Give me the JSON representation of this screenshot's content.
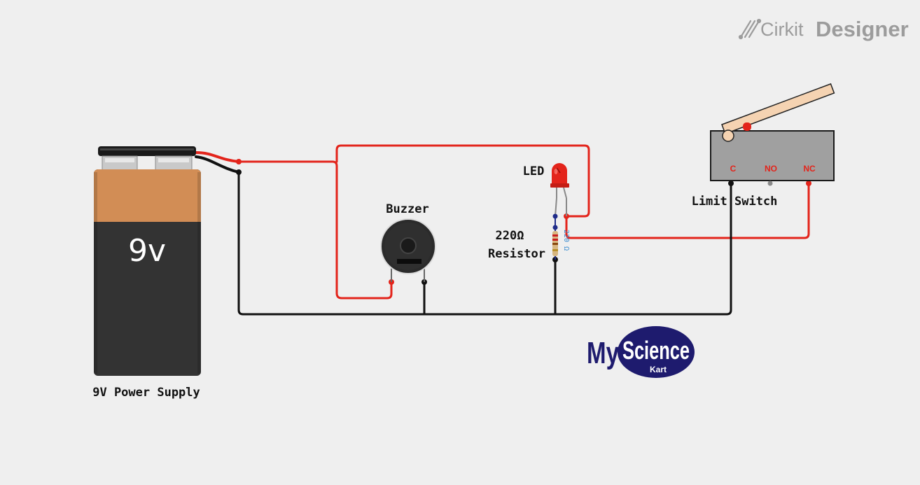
{
  "brand": {
    "prefix": "Cirkit",
    "suffix": "Designer",
    "icon": "cirkit-logo-icon"
  },
  "components": {
    "battery": {
      "face_label": "9v",
      "caption": "9V Power Supply"
    },
    "buzzer": {
      "caption": "Buzzer"
    },
    "led": {
      "caption": "LED",
      "color": "#e3241b"
    },
    "resistor": {
      "caption_value": "220Ω",
      "caption_name": "Resistor",
      "body_label": "220 Ω"
    },
    "limit_switch": {
      "caption": "Limit Switch",
      "pins": [
        "C",
        "NO",
        "NC"
      ]
    }
  },
  "logo": {
    "word1": "My",
    "word2": "Science",
    "word3": "Kart"
  },
  "colors": {
    "wire_positive": "#e3241b",
    "wire_ground": "#111111",
    "background": "#efefef",
    "logo_navy": "#1e1b6e"
  }
}
